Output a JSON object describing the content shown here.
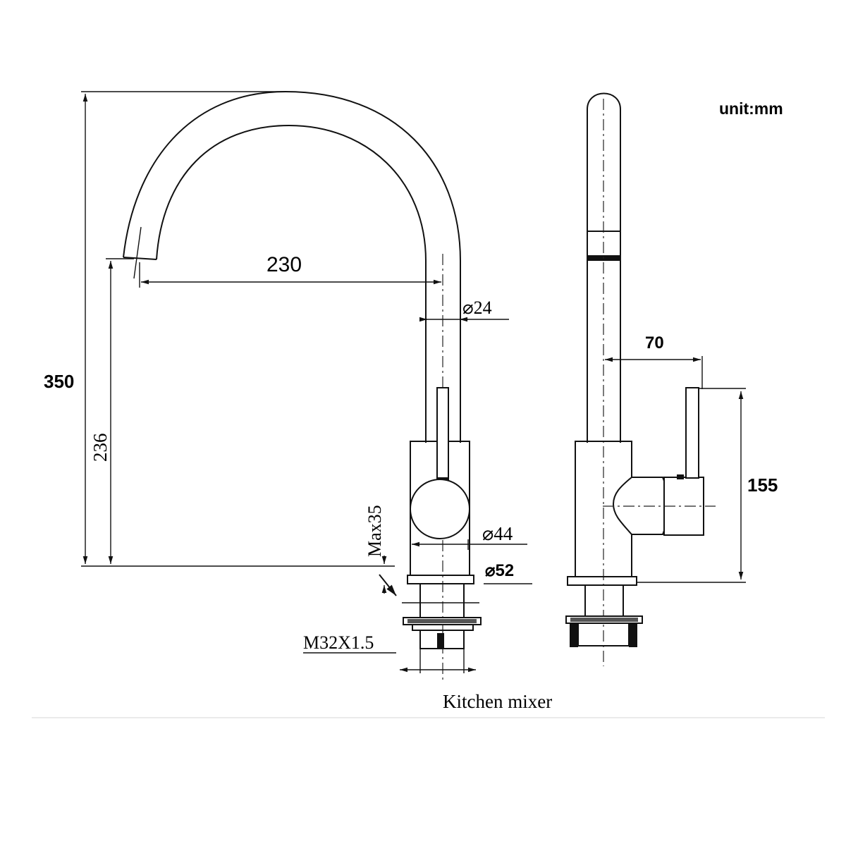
{
  "unit_label": "unit:mm",
  "caption": "Kitchen mixer",
  "dimensions": {
    "total_height": "350",
    "spout_height": "236",
    "spout_reach": "230",
    "spout_diameter": "24",
    "body_diameter": "44",
    "base_diameter": "52",
    "max_deck_thickness": "Max35",
    "thread": "M32X1.5",
    "handle_reach": "70",
    "handle_height": "155"
  },
  "symbols": {
    "diameter": "⌀"
  }
}
